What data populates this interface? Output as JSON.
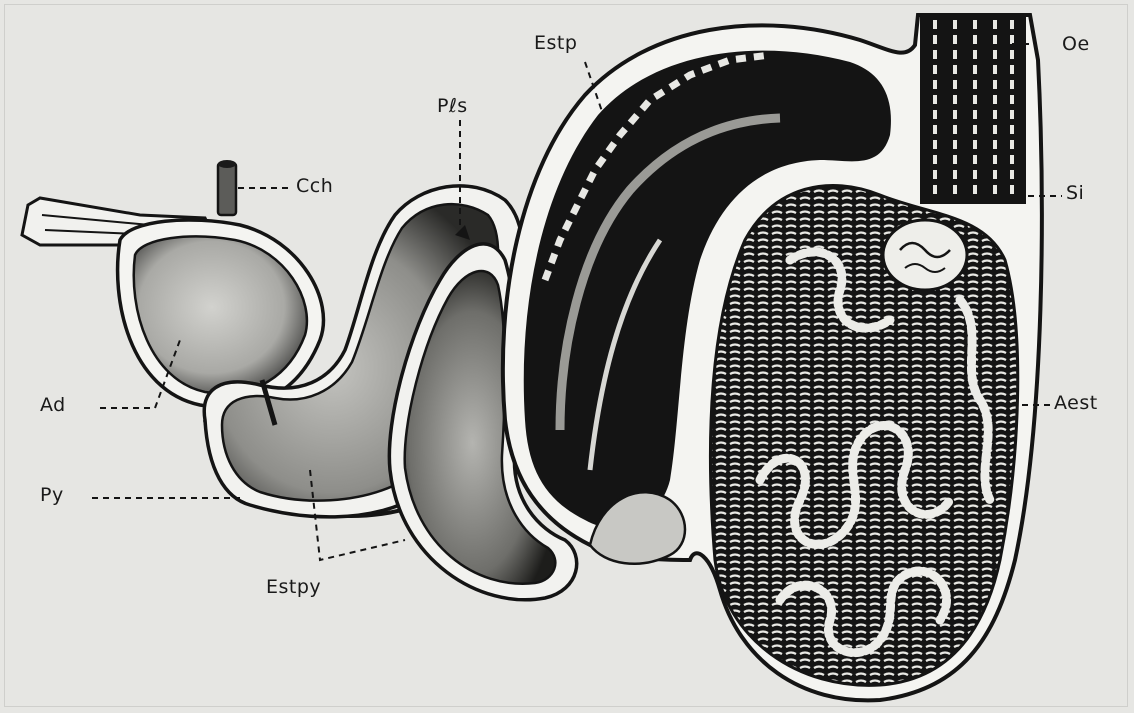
{
  "labels": {
    "oe": "Oe",
    "estp": "Estp",
    "pls": "Pℓs",
    "cch": "Cch",
    "si": "Si",
    "ad": "Ad",
    "aest": "Aest",
    "py": "Py",
    "estpy": "Estpy"
  },
  "colors": {
    "paper": "#e6e6e3",
    "ink": "#141414",
    "wall": "#f4f4f1",
    "lumen_light": "#b9b9b5",
    "lumen_mid": "#7d7d79"
  }
}
